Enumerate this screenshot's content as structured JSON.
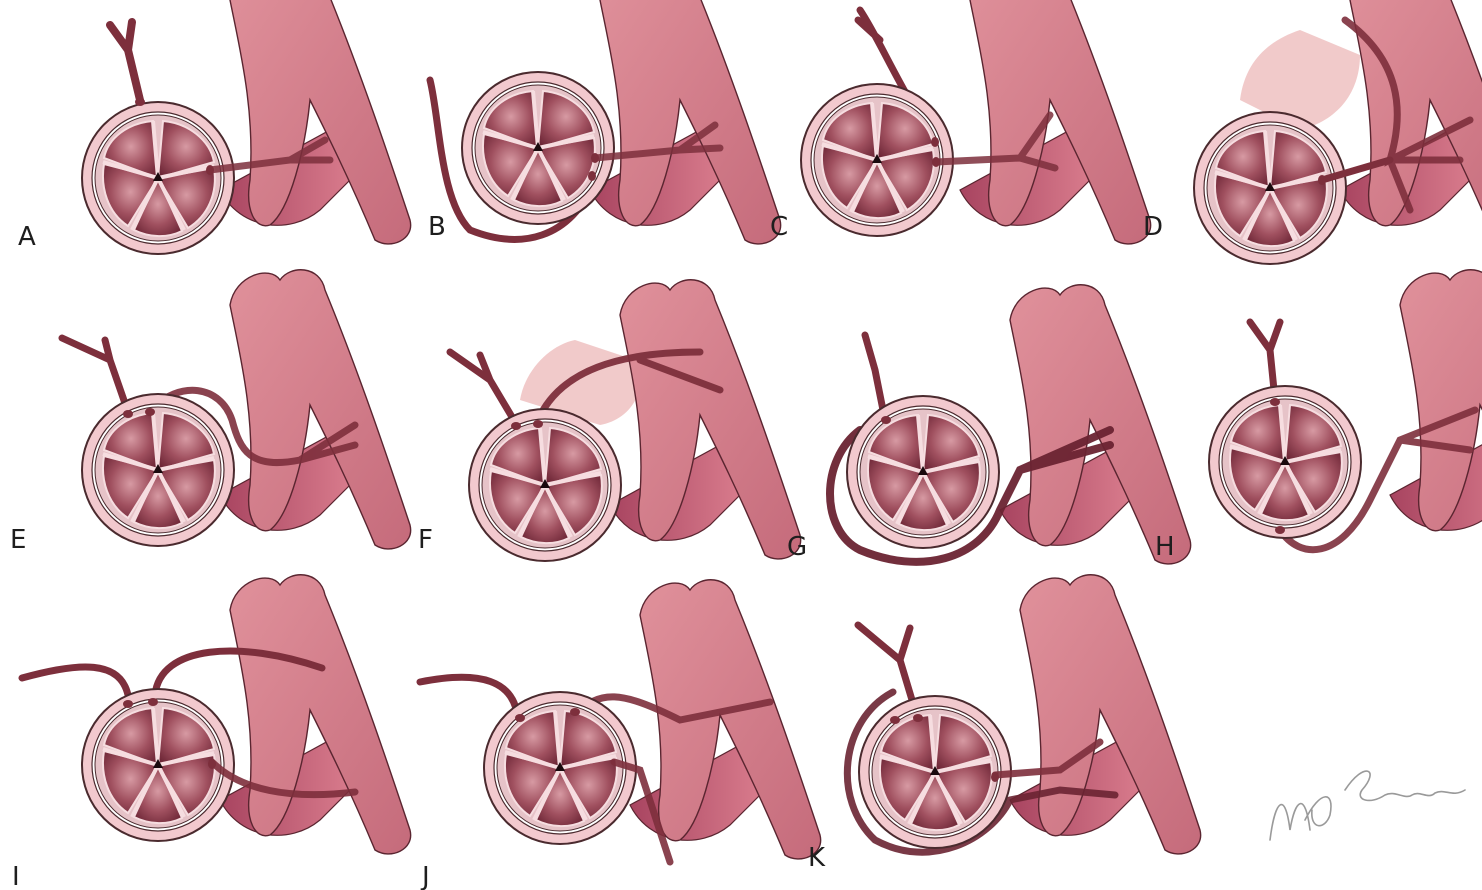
{
  "figure": {
    "background": "#ffffff",
    "colors": {
      "ventricle": "#d9828e",
      "ventricle_dark": "#b8546a",
      "ventricle_outline": "#5a2530",
      "ring_fill": "#f2c9ce",
      "ring_stroke": "#4a2a2e",
      "cusp_light": "#c98591",
      "cusp_dark": "#7a2f3e",
      "artery": "#7d2f3c",
      "artery_outline": "#4a1620",
      "artery_translucent": "#8e3b49",
      "pulmonary_bulge": "#f0c4c4",
      "signature": "#9a9a9a"
    },
    "panels": [
      {
        "label": "A",
        "variant": "normal origins: left coronary from left sinus, right coronary from right sinus"
      },
      {
        "label": "B",
        "variant": "both coronaries from right sinus, left coursing retroaortic"
      },
      {
        "label": "C",
        "variant": "left coronary from right sinus, interarterial course"
      },
      {
        "label": "D",
        "variant": "left coronary from right sinus, prepulmonic course"
      },
      {
        "label": "E",
        "variant": "right coronary from left sinus, interarterial course"
      },
      {
        "label": "F",
        "variant": "right coronary from left sinus, prepulmonic course"
      },
      {
        "label": "G",
        "variant": "right coronary from left sinus, retroaortic course"
      },
      {
        "label": "H",
        "variant": "right coronary from posterior (noncoronary) sinus"
      },
      {
        "label": "I",
        "variant": "variant ostia in left sinus"
      },
      {
        "label": "J",
        "variant": "variant ostia with high takeoff"
      },
      {
        "label": "K",
        "variant": "single coronary with retroaortic course"
      }
    ],
    "signature": "MP Srivastava"
  }
}
